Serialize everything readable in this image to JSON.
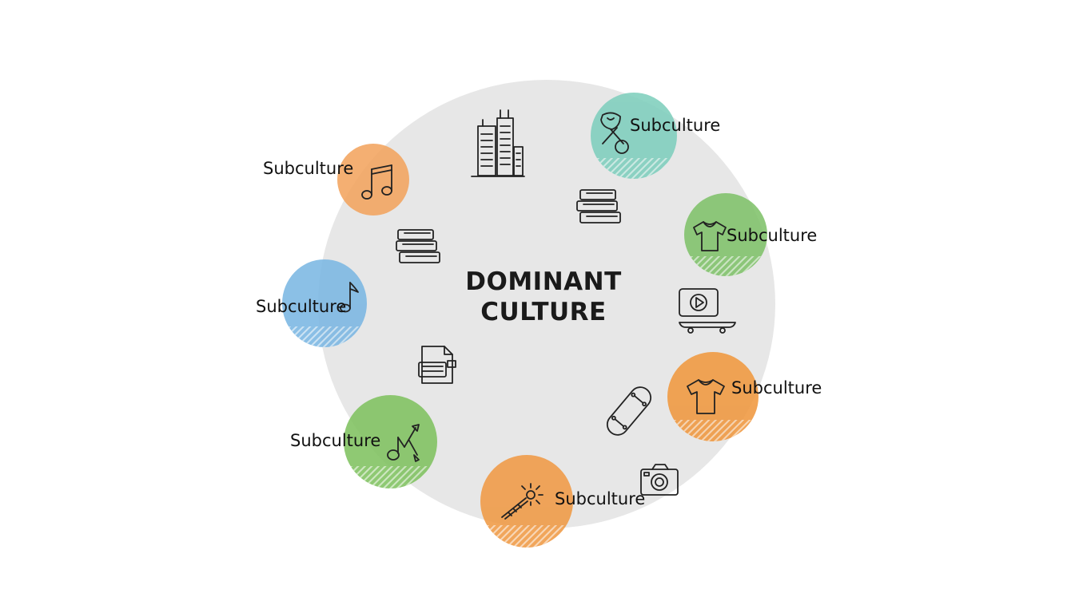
{
  "center": {
    "line1": "DOMINANT",
    "line2": "CULTURE"
  },
  "subcultures": [
    {
      "label": "Subculture",
      "color": "#7fcfbd",
      "icon": "hair-dryer-icon"
    },
    {
      "label": "Subculture",
      "color": "#f2a45e",
      "icon": "music-note-icon"
    },
    {
      "label": "Subculture",
      "color": "#80c26a",
      "icon": "t-shirt-icon"
    },
    {
      "label": "Subculture",
      "color": "#7bb7e3",
      "icon": "music-note-icon"
    },
    {
      "label": "Subculture",
      "color": "#f0983f",
      "icon": "t-shirt-icon"
    },
    {
      "label": "Subculture",
      "color": "#80c260",
      "icon": "guitar-icon"
    },
    {
      "label": "Subculture",
      "color": "#f09a45",
      "icon": "magic-wand-icon"
    }
  ],
  "interior_icons": [
    "buildings-icon",
    "books-icon",
    "books-icon",
    "video-skateboard-icon",
    "document-icon",
    "skateboard-icon",
    "camera-icon"
  ],
  "colors": {
    "dominant_circle": "#e7e7e7",
    "background": "#ffffff"
  }
}
